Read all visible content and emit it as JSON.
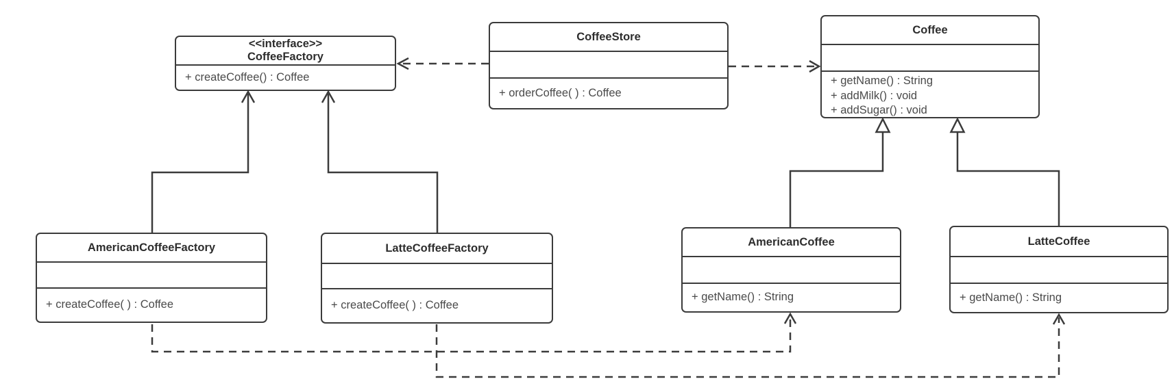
{
  "classes": {
    "coffeeFactory": {
      "stereotype": "<<interface>>",
      "name": "CoffeeFactory",
      "attributes": [],
      "methods": [
        "+ createCoffee() : Coffee"
      ]
    },
    "coffeeStore": {
      "name": "CoffeeStore",
      "attributes": [],
      "methods": [
        "+ orderCoffee( ) : Coffee"
      ]
    },
    "coffee": {
      "name": "Coffee",
      "attributes": [],
      "methods": [
        "+ getName() : String",
        "+ addMilk() : void",
        "+ addSugar() : void"
      ]
    },
    "americanCoffeeFactory": {
      "name": "AmericanCoffeeFactory",
      "attributes": [],
      "methods": [
        "+ createCoffee( ) : Coffee"
      ]
    },
    "latteCoffeeFactory": {
      "name": "LatteCoffeeFactory",
      "attributes": [],
      "methods": [
        "+ createCoffee( ) : Coffee"
      ]
    },
    "americanCoffee": {
      "name": "AmericanCoffee",
      "attributes": [],
      "methods": [
        "+ getName() : String"
      ]
    },
    "latteCoffee": {
      "name": "LatteCoffee",
      "attributes": [],
      "methods": [
        "+ getName() : String"
      ]
    }
  },
  "relationships": [
    {
      "type": "dependency",
      "from": "CoffeeStore",
      "to": "CoffeeFactory",
      "line": "dashed",
      "arrowhead": "open"
    },
    {
      "type": "dependency",
      "from": "CoffeeStore",
      "to": "Coffee",
      "line": "dashed",
      "arrowhead": "open"
    },
    {
      "type": "realization",
      "from": "AmericanCoffeeFactory",
      "to": "CoffeeFactory",
      "line": "solid",
      "arrowhead": "open"
    },
    {
      "type": "realization",
      "from": "LatteCoffeeFactory",
      "to": "CoffeeFactory",
      "line": "solid",
      "arrowhead": "open"
    },
    {
      "type": "generalization",
      "from": "AmericanCoffee",
      "to": "Coffee",
      "line": "solid",
      "arrowhead": "hollow-triangle"
    },
    {
      "type": "generalization",
      "from": "LatteCoffee",
      "to": "Coffee",
      "line": "solid",
      "arrowhead": "hollow-triangle"
    },
    {
      "type": "dependency",
      "from": "AmericanCoffeeFactory",
      "to": "AmericanCoffee",
      "line": "dashed",
      "arrowhead": "open"
    },
    {
      "type": "dependency",
      "from": "LatteCoffeeFactory",
      "to": "LatteCoffee",
      "line": "dashed",
      "arrowhead": "open"
    }
  ],
  "colors": {
    "line": "#3b3b3b",
    "title_text": "#2d2d2d",
    "member_text": "#4a4a4a",
    "background": "#ffffff"
  }
}
